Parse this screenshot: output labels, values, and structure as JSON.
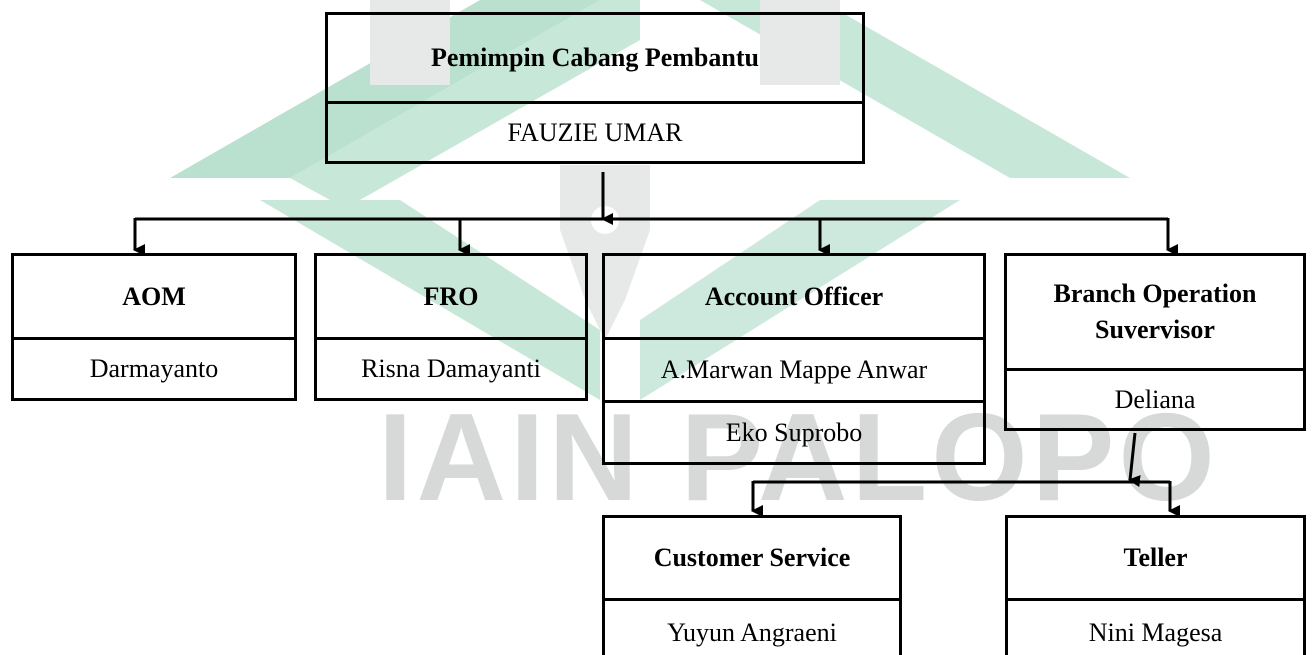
{
  "watermark": {
    "text": "IAIN PALOPO",
    "colors": {
      "green": "#1d9e63",
      "gray": "#d4d8d6",
      "text": "#d6d9d8"
    }
  },
  "line_color": "#000000",
  "nodes": {
    "head": {
      "title": "Pemimpin Cabang Pembantu",
      "members": [
        "FAUZIE UMAR"
      ]
    },
    "aom": {
      "title": "AOM",
      "members": [
        "Darmayanto"
      ]
    },
    "fro": {
      "title": "FRO",
      "members": [
        "Risna Damayanti"
      ]
    },
    "account_officer": {
      "title": "Account Officer",
      "members": [
        "A.Marwan Mappe Anwar",
        "Eko Suprobo"
      ]
    },
    "bos": {
      "title": "Branch Operation Suvervisor",
      "members": [
        "Deliana"
      ]
    },
    "customer_service": {
      "title": "Customer Service",
      "members": [
        "Yuyun Angraeni"
      ]
    },
    "teller": {
      "title": "Teller",
      "members": [
        "Nini Magesa"
      ]
    }
  },
  "edges": [
    {
      "from": "head",
      "to": "aom"
    },
    {
      "from": "head",
      "to": "fro"
    },
    {
      "from": "head",
      "to": "account_officer"
    },
    {
      "from": "head",
      "to": "bos"
    },
    {
      "from": "bos",
      "to": "customer_service"
    },
    {
      "from": "bos",
      "to": "teller"
    }
  ]
}
